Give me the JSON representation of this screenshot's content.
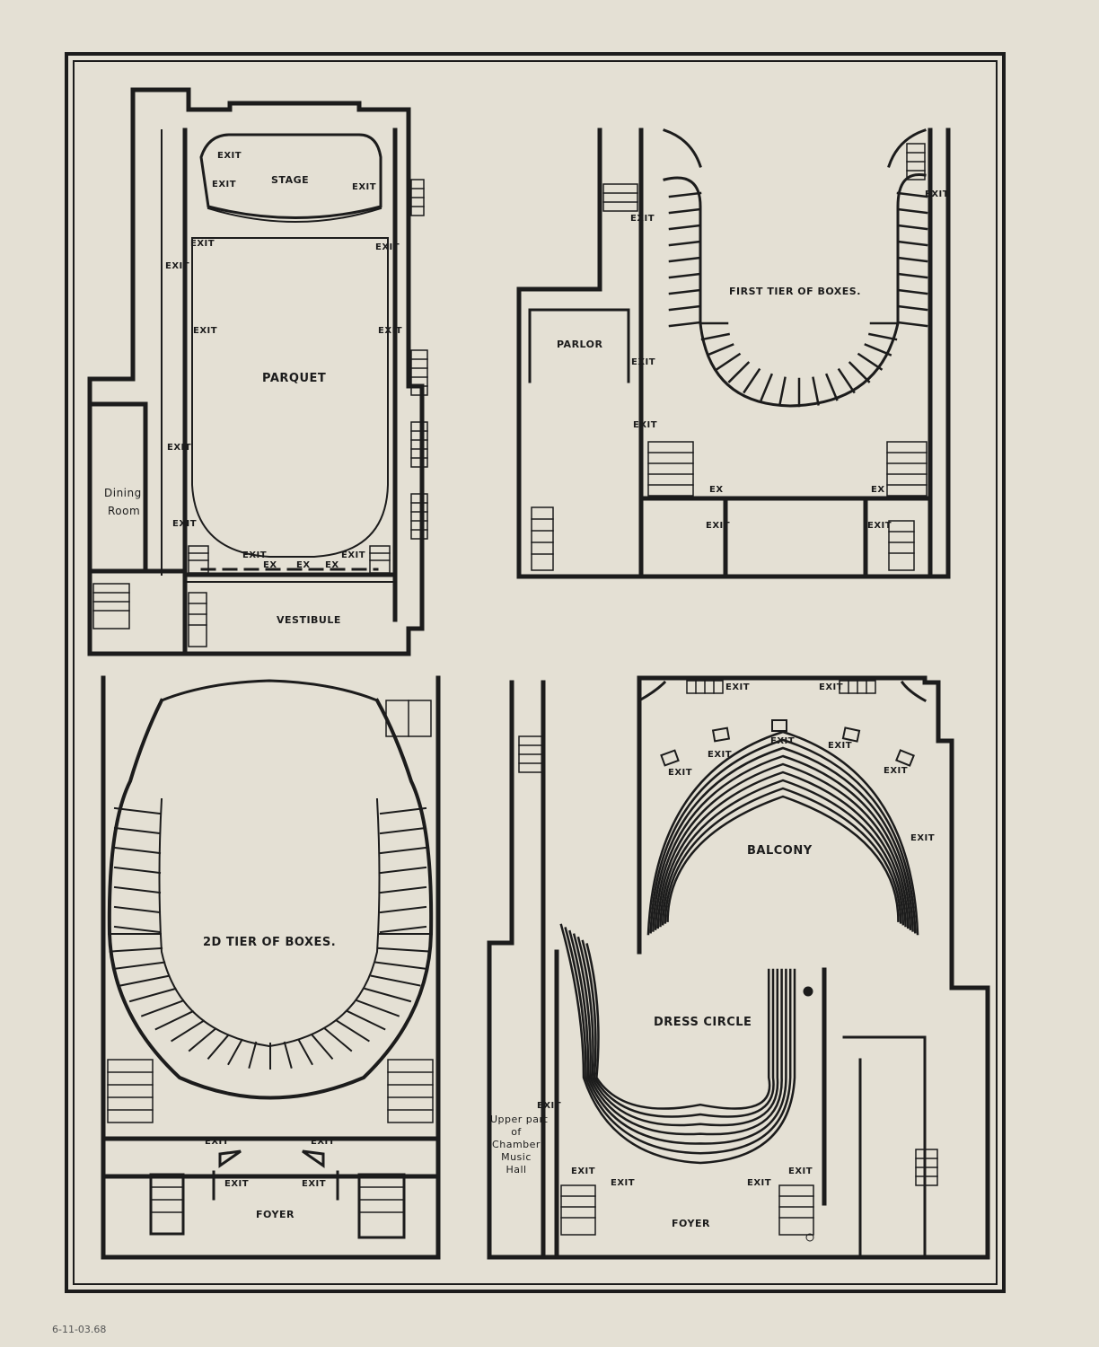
{
  "plans": {
    "parquet": {
      "stage": "STAGE",
      "parquet": "PARQUET",
      "vestibule": "VESTIBULE",
      "dining_room": [
        "Dining",
        "Room"
      ],
      "exit": "EXIT",
      "ex": "EX"
    },
    "first_tier": {
      "title": "FIRST TIER OF BOXES.",
      "parlor": "PARLOR",
      "exit": "EXIT",
      "ex": "EX"
    },
    "second_tier": {
      "title": "2D TIER OF BOXES.",
      "foyer": "FOYER",
      "exit": "EXIT"
    },
    "balcony": {
      "balcony": "BALCONY",
      "dress_circle": "DRESS CIRCLE",
      "foyer": "FOYER",
      "exit": "EXIT",
      "chamber_note": [
        "Upper part",
        "of",
        "Chamber",
        "Music",
        "Hall"
      ]
    }
  },
  "margin_note": "6-11-03.68",
  "colors": {
    "paper": "#e4e0d4",
    "ink": "#1c1c1c"
  }
}
